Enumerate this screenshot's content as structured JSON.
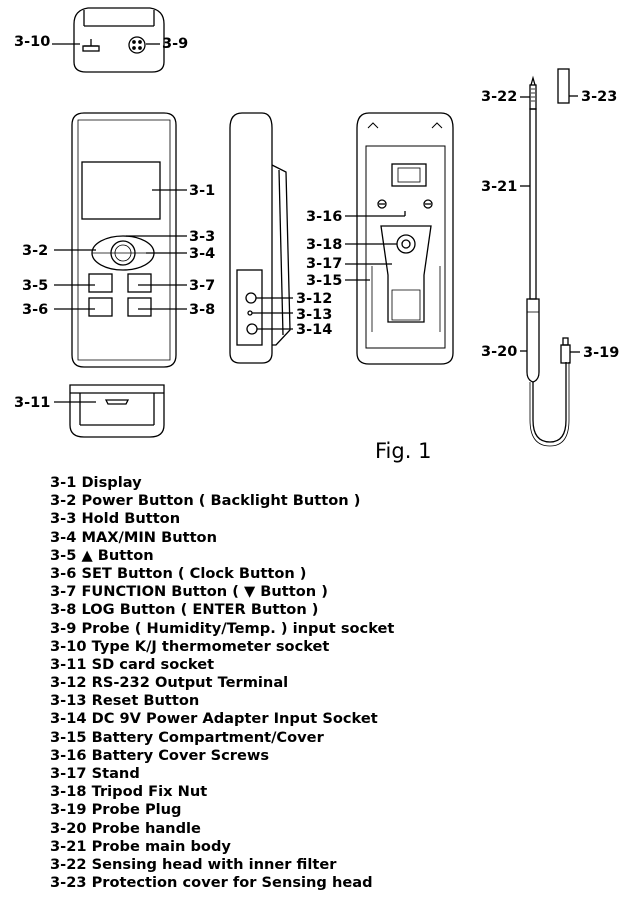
{
  "figure_caption": "Fig. 1",
  "callouts": {
    "c3_1": "3-1",
    "c3_2": "3-2",
    "c3_3": "3-3",
    "c3_4": "3-4",
    "c3_5": "3-5",
    "c3_6": "3-6",
    "c3_7": "3-7",
    "c3_8": "3-8",
    "c3_9": "3-9",
    "c3_10": "3-10",
    "c3_11": "3-11",
    "c3_12": "3-12",
    "c3_13": "3-13",
    "c3_14": "3-14",
    "c3_15": "3-15",
    "c3_16": "3-16",
    "c3_17": "3-17",
    "c3_18": "3-18",
    "c3_19": "3-19",
    "c3_20": "3-20",
    "c3_21": "3-21",
    "c3_22": "3-22",
    "c3_23": "3-23"
  },
  "legend": [
    "3-1 Display",
    "3-2 Power Button ( Backlight Button )",
    "3-3 Hold Button",
    "3-4 MAX/MIN Button",
    "3-5 ▲ Button",
    "3-6 SET Button ( Clock Button )",
    "3-7 FUNCTION Button ( ▼ Button )",
    "3-8 LOG Button ( ENTER Button )",
    "3-9 Probe ( Humidity/Temp. ) input socket",
    "3-10 Type K/J thermometer socket",
    "3-11 SD card socket",
    "3-12 RS-232 Output Terminal",
    "3-13 Reset Button",
    "3-14 DC 9V Power Adapter Input Socket",
    "3-15 Battery Compartment/Cover",
    "3-16 Battery Cover Screws",
    "3-17 Stand",
    "3-18 Tripod Fix Nut",
    "3-19 Probe Plug",
    "3-20 Probe handle",
    "3-21 Probe main body",
    "3-22 Sensing head with inner filter",
    "3-23 Protection cover for Sensing head"
  ]
}
